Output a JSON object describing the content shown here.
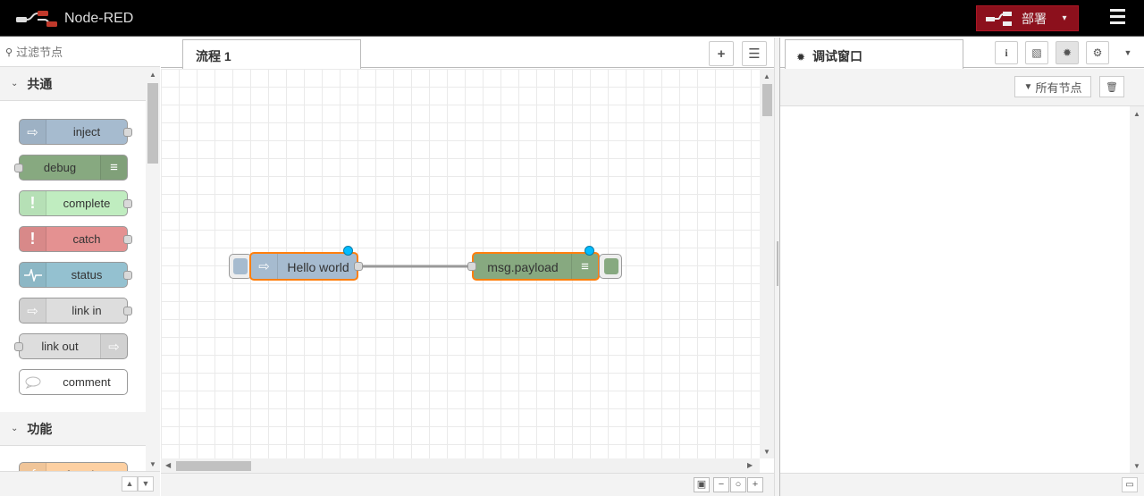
{
  "app": {
    "title": "Node-RED"
  },
  "header": {
    "deploy_label": "部署",
    "deploy_caret": "▾",
    "menu_icon": "hamburger-icon"
  },
  "palette": {
    "search_placeholder": "过滤节点",
    "categories": [
      {
        "label": "共通",
        "nodes": [
          {
            "label": "inject",
            "color": "#a6bbcf",
            "icon": "inject-arrow-icon"
          },
          {
            "label": "debug",
            "color": "#87a980",
            "icon": "debug-list-icon"
          },
          {
            "label": "complete",
            "color": "#c0edc0",
            "icon": "exclamation-icon"
          },
          {
            "label": "catch",
            "color": "#e49191",
            "icon": "exclamation-icon"
          },
          {
            "label": "status",
            "color": "#94c1d0",
            "icon": "pulse-icon"
          },
          {
            "label": "link in",
            "color": "#dddddd",
            "icon": "link-in-icon"
          },
          {
            "label": "link out",
            "color": "#dddddd",
            "icon": "link-out-icon"
          },
          {
            "label": "comment",
            "color": "#ffffff",
            "icon": "speech-bubble-icon"
          }
        ]
      },
      {
        "label": "功能",
        "nodes": [
          {
            "label": "function",
            "color": "#fdd0a2",
            "icon": "function-icon"
          }
        ]
      }
    ]
  },
  "workspace": {
    "tabs": [
      {
        "label": "流程 1"
      }
    ],
    "nodes": [
      {
        "label": "Hello world",
        "type": "inject",
        "color": "#a6bbcf"
      },
      {
        "label": "msg.payload",
        "type": "debug",
        "color": "#87a980"
      }
    ]
  },
  "sidebar": {
    "tab_label": "调试窗口",
    "filter_label": "所有节点",
    "buttons": [
      "info-icon",
      "book-icon",
      "bug-icon",
      "gear-icon",
      "caret-down-icon"
    ]
  }
}
